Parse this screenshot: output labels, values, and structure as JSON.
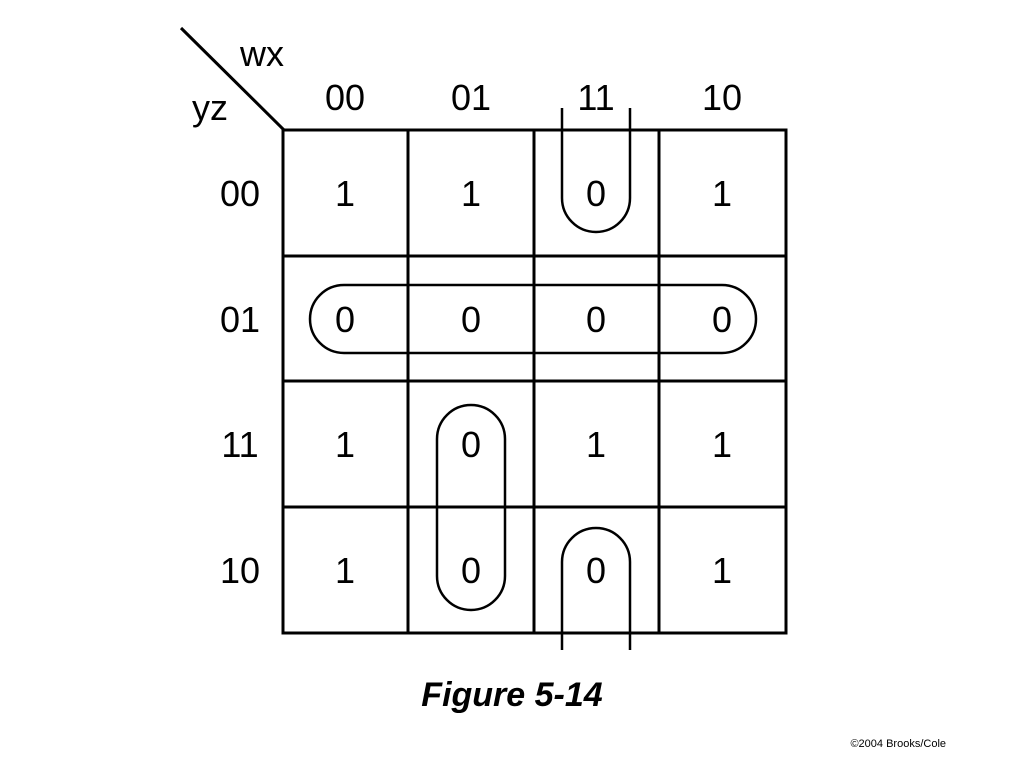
{
  "kmap": {
    "col_var": "wx",
    "row_var": "yz",
    "col_labels": [
      "00",
      "01",
      "11",
      "10"
    ],
    "row_labels": [
      "00",
      "01",
      "11",
      "10"
    ],
    "cells": [
      [
        "1",
        "1",
        "0",
        "1"
      ],
      [
        "0",
        "0",
        "0",
        "0"
      ],
      [
        "1",
        "0",
        "1",
        "1"
      ],
      [
        "1",
        "0",
        "0",
        "1"
      ]
    ]
  },
  "caption": "Figure 5-14",
  "copyright": "©2004 Brooks/Cole"
}
